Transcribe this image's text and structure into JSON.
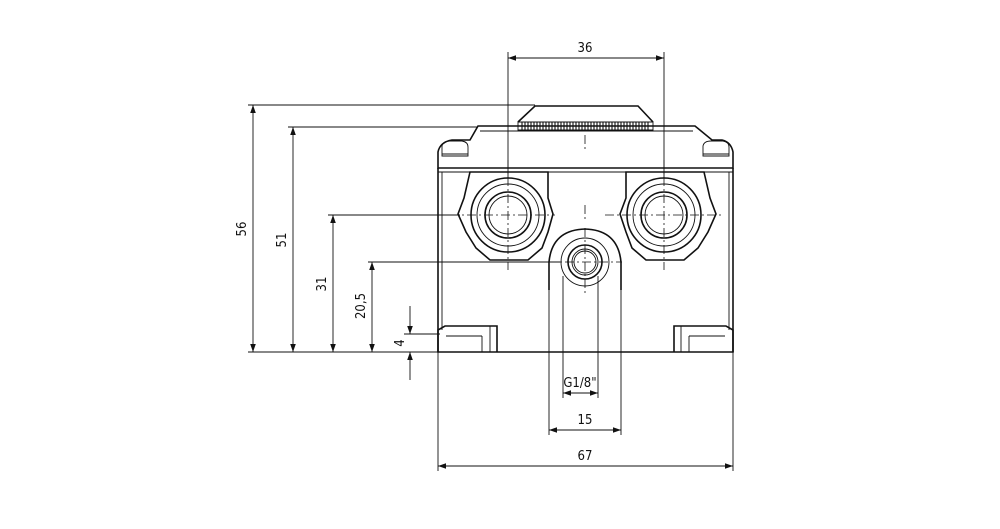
{
  "diagram": {
    "dimensions": {
      "top_width": "36",
      "height_total": "56",
      "height_body": "51",
      "height_upper_port": "31",
      "height_lower_port": "20,5",
      "height_foot": "4",
      "thread": "G1/8\"",
      "port_width": "15",
      "overall_width": "67"
    }
  }
}
